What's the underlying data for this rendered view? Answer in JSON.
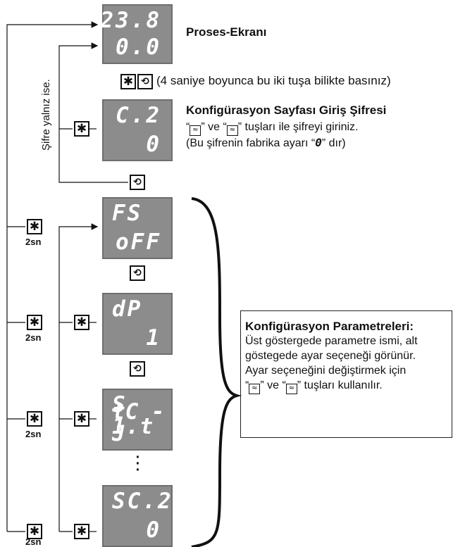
{
  "displays": {
    "process": {
      "top": "23.8",
      "bottom": "0.0"
    },
    "password": {
      "top": "C.2",
      "bottom": "0"
    },
    "fs": {
      "top": "FS",
      "bottom": "oFF"
    },
    "dp": {
      "top": "dP",
      "bottom": "1"
    },
    "s1t": {
      "top": "S 1.t",
      "bottom": "tC - J"
    },
    "sc2": {
      "top": "SC.2",
      "bottom": "0"
    }
  },
  "labels": {
    "process_screen": "Proses-Ekranı",
    "key_combo_note": "(4 saniye boyunca bu iki tuşa bilikte basınız)",
    "password_title": "Konfigürasyon Sayfası Giriş Şifresi",
    "password_line1_a": "“",
    "password_line1_b": "” ve “",
    "password_line1_c": "” tuşları ile şifreyi giriniz.",
    "password_line2_a": "(Bu şifrenin fabrika ayarı “",
    "password_line2_zero": "0",
    "password_line2_b": "” dır)",
    "password_only_if": "Şifre yalnız ise.",
    "hold_2s": "2sn"
  },
  "param_box": {
    "title": "Konfigürasyon Parametreleri:",
    "line1": "Üst göstergede parametre ismi, alt",
    "line2": "göstegede ayar seçeneği görünür.",
    "line3": "Ayar seçeneğini değiştirmek için",
    "line4_a": "“",
    "line4_b": "” ve “",
    "line4_c": "” tuşları kullanılır."
  },
  "icons": {
    "set": "✱",
    "loop": "⟲",
    "up": "≈",
    "down": "≈"
  }
}
